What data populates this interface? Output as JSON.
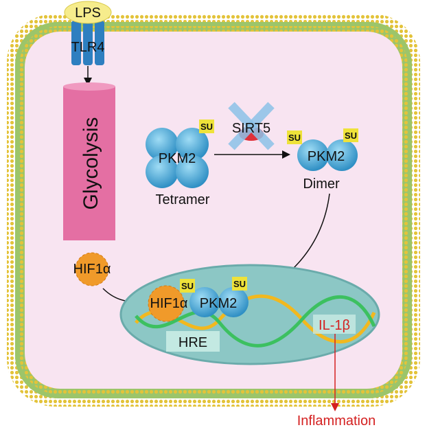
{
  "receptor": {
    "ligand": "LPS",
    "name": "TLR4"
  },
  "pathway": {
    "glycolysis": "Glycolysis"
  },
  "cytoplasm": {
    "sirt5": "SIRT5",
    "tetramer_label": "PKM2",
    "tetramer_caption": "Tetramer",
    "dimer_label": "PKM2",
    "dimer_caption": "Dimer",
    "su": "SU",
    "hif": "HIF1α"
  },
  "nucleus": {
    "hif": "HIF1α",
    "pkm2": "PKM2",
    "su": "SU",
    "hre": "HRE",
    "il1b": "IL-1β"
  },
  "output": {
    "inflammation": "Inflammation"
  },
  "colors": {
    "cell": "#f8e4f1",
    "membrane": "#e3c33a",
    "glycolysis": "#e46fa3",
    "nucleus": "#8cc7c5",
    "protein": "#4fb0de",
    "red": "#d42020"
  }
}
